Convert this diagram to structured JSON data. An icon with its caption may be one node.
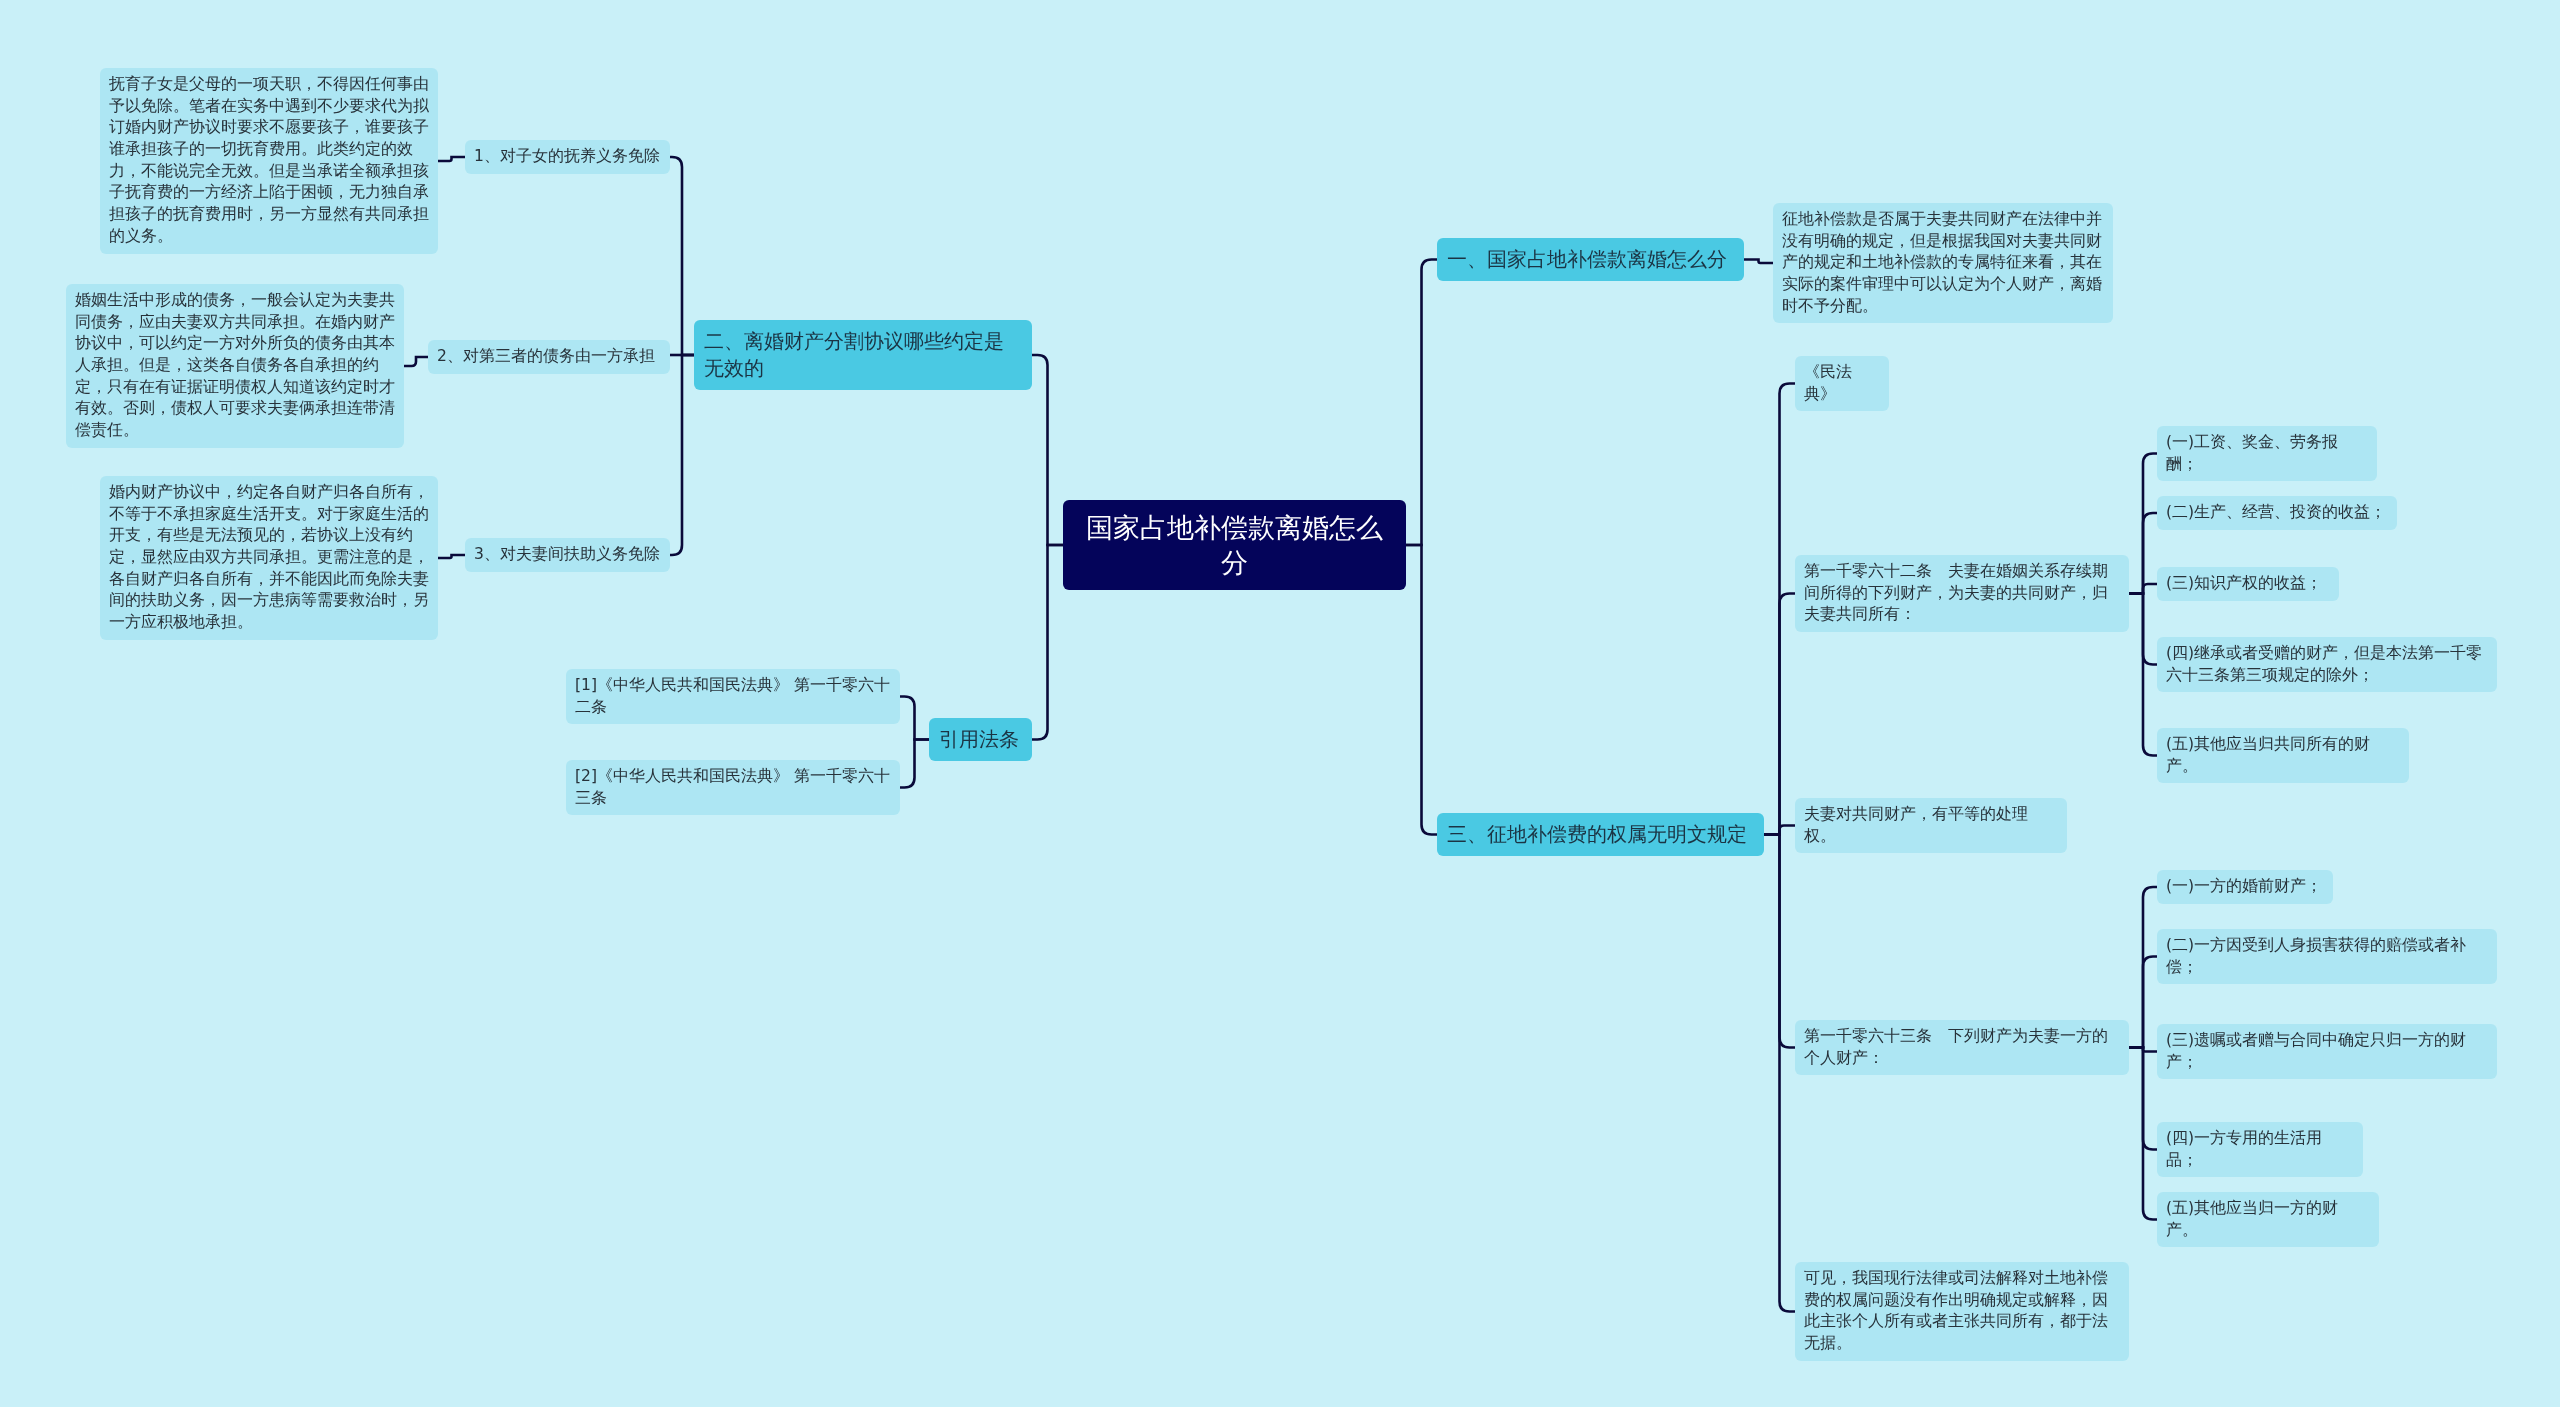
{
  "diagram": {
    "nodes": [
      {
        "text": [
          "国家占地补偿款离婚怎么分"
        ]
      },
      {
        "text": [
          "二、离婚财产分割协议哪些约定是无效的"
        ]
      },
      {
        "text": [
          "1、对子女的抚养义务免除"
        ]
      },
      {
        "text": [
          "抚育子女是父母的一项天职，不得因任何事由予以免除。笔者在实务中遇到不少要求代为拟订婚内财产协议时要求不愿要孩子，谁要孩子谁承担孩子的一切抚育费用。此类约定的效力，不能说完全无效。但是当承诺全额承担孩子抚育费的一方经济上陷于困顿，无力独自承担孩子的抚育费用时，另一方显然有共同承担的义务。"
        ]
      },
      {
        "text": [
          "2、对第三者的债务由一方承担"
        ]
      },
      {
        "text": [
          "婚姻生活中形成的债务，一般会认定为夫妻共同债务，应由夫妻双方共同承担。在婚内财产协议中，可以约定一方对外所负的债务由其本人承担。但是，这类各自债务各自承担的约定，只有在有证据证明债权人知道该约定时才有效。否则，债权人可要求夫妻俩承担连带清偿责任。"
        ]
      },
      {
        "text": [
          "3、对夫妻间扶助义务免除"
        ]
      },
      {
        "text": [
          "婚内财产协议中，约定各自财产归各自所有，不等于不承担家庭生活开支。对于家庭生活的开支，有些是无法预见的，若协议上没有约定，显然应由双方共同承担。更需注意的是，各自财产归各自所有，并不能因此而免除夫妻间的扶助义务，因一方患病等需要救治时，另一方应积极地承担。"
        ]
      },
      {
        "text": [
          "引用法条"
        ]
      },
      {
        "text": [
          "[1]《中华人民共和国民法典》 第一千零六十二条"
        ]
      },
      {
        "text": [
          "[2]《中华人民共和国民法典》 第一千零六十三条"
        ]
      },
      {
        "text": [
          "一、国家占地补偿款离婚怎么分"
        ]
      },
      {
        "text": [
          "征地补偿款是否属于夫妻共同财产在法律中并没有明确的规定，但是根据我国对夫妻共同财产的规定和土地补偿款的专属特征来看，其在实际的案件审理中可以认定为个人财产，离婚时不予分配。"
        ]
      },
      {
        "text": [
          "三、征地补偿费的权属无明文规定"
        ]
      },
      {
        "text": [
          "《民法典》"
        ]
      },
      {
        "text": [
          "第一千零六十二条　夫妻在婚姻关系存续期间所得的下列财产，为夫妻的共同财产，归夫妻共同所有："
        ]
      },
      {
        "text": [
          "(一)工资、奖金、劳务报酬；"
        ]
      },
      {
        "text": [
          "(二)生产、经营、投资的收益；"
        ]
      },
      {
        "text": [
          "(三)知识产权的收益；"
        ]
      },
      {
        "text": [
          "(四)继承或者受赠的财产，但是本法第一千零六十三条第三项规定的除外；"
        ]
      },
      {
        "text": [
          "(五)其他应当归共同所有的财产。"
        ]
      },
      {
        "text": [
          "夫妻对共同财产，有平等的处理权。"
        ]
      },
      {
        "text": [
          "第一千零六十三条　下列财产为夫妻一方的个人财产："
        ]
      },
      {
        "text": [
          "(一)一方的婚前财产；"
        ]
      },
      {
        "text": [
          "(二)一方因受到人身损害获得的赔偿或者补偿；"
        ]
      },
      {
        "text": [
          "(三)遗嘱或者赠与合同中确定只归一方的财产；"
        ]
      },
      {
        "text": [
          "(四)一方专用的生活用品；"
        ]
      },
      {
        "text": [
          "(五)其他应当归一方的财产。"
        ]
      },
      {
        "text": [
          "可见，我国现行法律或司法解释对土地补偿费的权属问题没有作出明确规定或解释，因此主张个人所有或者主张共同所有，都于法无据。"
        ]
      }
    ],
    "edges": [
      {
        "from": 0,
        "to": 1,
        "arrow": "none"
      },
      {
        "from": 1,
        "to": 2,
        "arrow": "none"
      },
      {
        "from": 2,
        "to": 3,
        "arrow": "none"
      },
      {
        "from": 1,
        "to": 4,
        "arrow": "none"
      },
      {
        "from": 4,
        "to": 5,
        "arrow": "none"
      },
      {
        "from": 1,
        "to": 6,
        "arrow": "none"
      },
      {
        "from": 6,
        "to": 7,
        "arrow": "none"
      },
      {
        "from": 0,
        "to": 8,
        "arrow": "none"
      },
      {
        "from": 8,
        "to": 9,
        "arrow": "none"
      },
      {
        "from": 8,
        "to": 10,
        "arrow": "none"
      },
      {
        "from": 0,
        "to": 11,
        "arrow": "none"
      },
      {
        "from": 11,
        "to": 12,
        "arrow": "none"
      },
      {
        "from": 0,
        "to": 13,
        "arrow": "none"
      },
      {
        "from": 13,
        "to": 14,
        "arrow": "none"
      },
      {
        "from": 13,
        "to": 15,
        "arrow": "none"
      },
      {
        "from": 15,
        "to": 16,
        "arrow": "none"
      },
      {
        "from": 15,
        "to": 17,
        "arrow": "none"
      },
      {
        "from": 15,
        "to": 18,
        "arrow": "none"
      },
      {
        "from": 15,
        "to": 19,
        "arrow": "none"
      },
      {
        "from": 15,
        "to": 20,
        "arrow": "none"
      },
      {
        "from": 13,
        "to": 21,
        "arrow": "none"
      },
      {
        "from": 13,
        "to": 22,
        "arrow": "none"
      },
      {
        "from": 22,
        "to": 23,
        "arrow": "none"
      },
      {
        "from": 22,
        "to": 24,
        "arrow": "none"
      },
      {
        "from": 22,
        "to": 25,
        "arrow": "none"
      },
      {
        "from": 22,
        "to": 26,
        "arrow": "none"
      },
      {
        "from": 22,
        "to": 27,
        "arrow": "none"
      },
      {
        "from": 13,
        "to": 28,
        "arrow": "none"
      }
    ]
  }
}
